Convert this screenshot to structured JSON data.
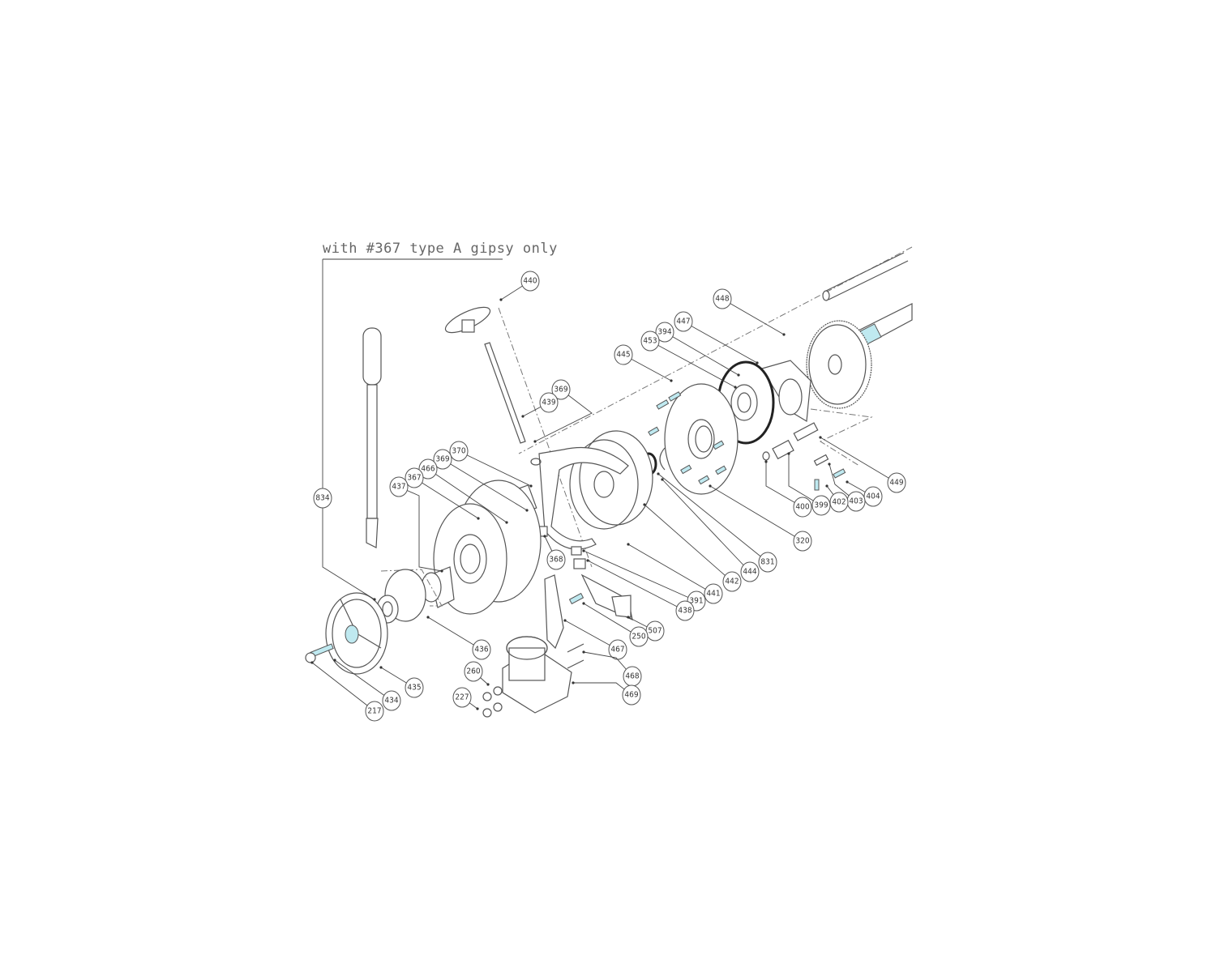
{
  "note": "with #367 type A gipsy only",
  "callouts": [
    "440",
    "448",
    "447",
    "394",
    "453",
    "445",
    "369",
    "439",
    "370",
    "369",
    "466",
    "367",
    "437",
    "834",
    "449",
    "404",
    "403",
    "402",
    "399",
    "400",
    "320",
    "368",
    "831",
    "444",
    "442",
    "441",
    "391",
    "438",
    "507",
    "250",
    "436",
    "467",
    "468",
    "260",
    "435",
    "469",
    "227",
    "434",
    "217"
  ],
  "colors": {
    "line": "#555555",
    "highlight": "#bfe9f0"
  }
}
